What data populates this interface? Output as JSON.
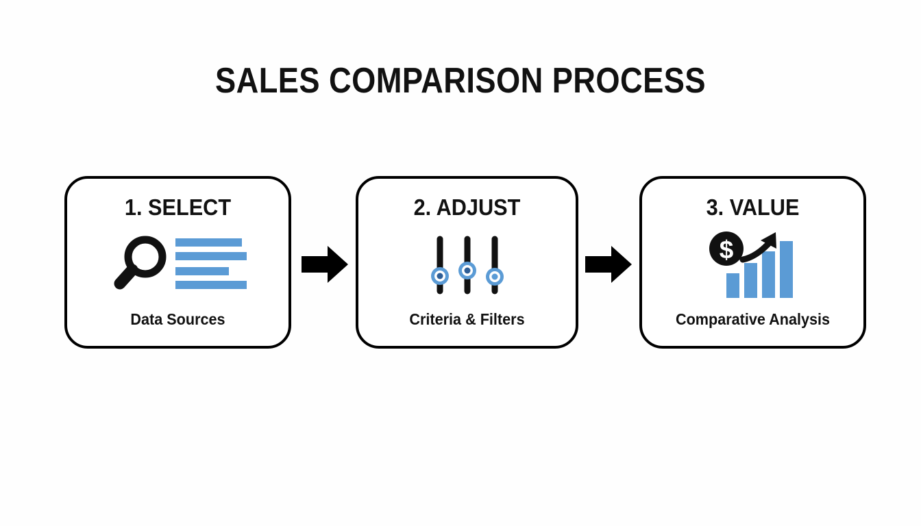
{
  "page": {
    "title": "SALES COMPARISON PROCESS",
    "background_color": "#fefefe",
    "accent_color": "#5B9BD5",
    "outline_color": "#000000"
  },
  "flow": {
    "steps": [
      {
        "heading": "1. SELECT",
        "caption": "Data Sources",
        "icon": "magnifier-with-list-icon",
        "icon_detail": {
          "bars": [
            {
              "width": 97
            },
            {
              "width": 118
            },
            {
              "width": 78
            },
            {
              "width": 110
            }
          ],
          "bar_color": "#5B9BD5"
        }
      },
      {
        "heading": "2. ADJUST",
        "caption": "Criteria & Filters",
        "icon": "sliders-icon",
        "icon_detail": {
          "sliders": [
            {
              "knob_position": 0.72
            },
            {
              "knob_position": 0.62
            },
            {
              "knob_position": 0.74
            }
          ],
          "track_color": "#111111",
          "knob_color": "#5B9BD5"
        }
      },
      {
        "heading": "3. VALUE",
        "caption": "Comparative Analysis",
        "icon": "dollar-growth-chart-icon",
        "icon_detail": {
          "bars": [
            38,
            58,
            78,
            98
          ],
          "bar_color": "#5B9BD5",
          "coin_symbol": "$",
          "coin_color": "#111111",
          "arrow": "upward-trend-arrow"
        }
      }
    ],
    "connectors": [
      {
        "icon": "right-arrow-icon"
      },
      {
        "icon": "right-arrow-icon"
      }
    ]
  }
}
